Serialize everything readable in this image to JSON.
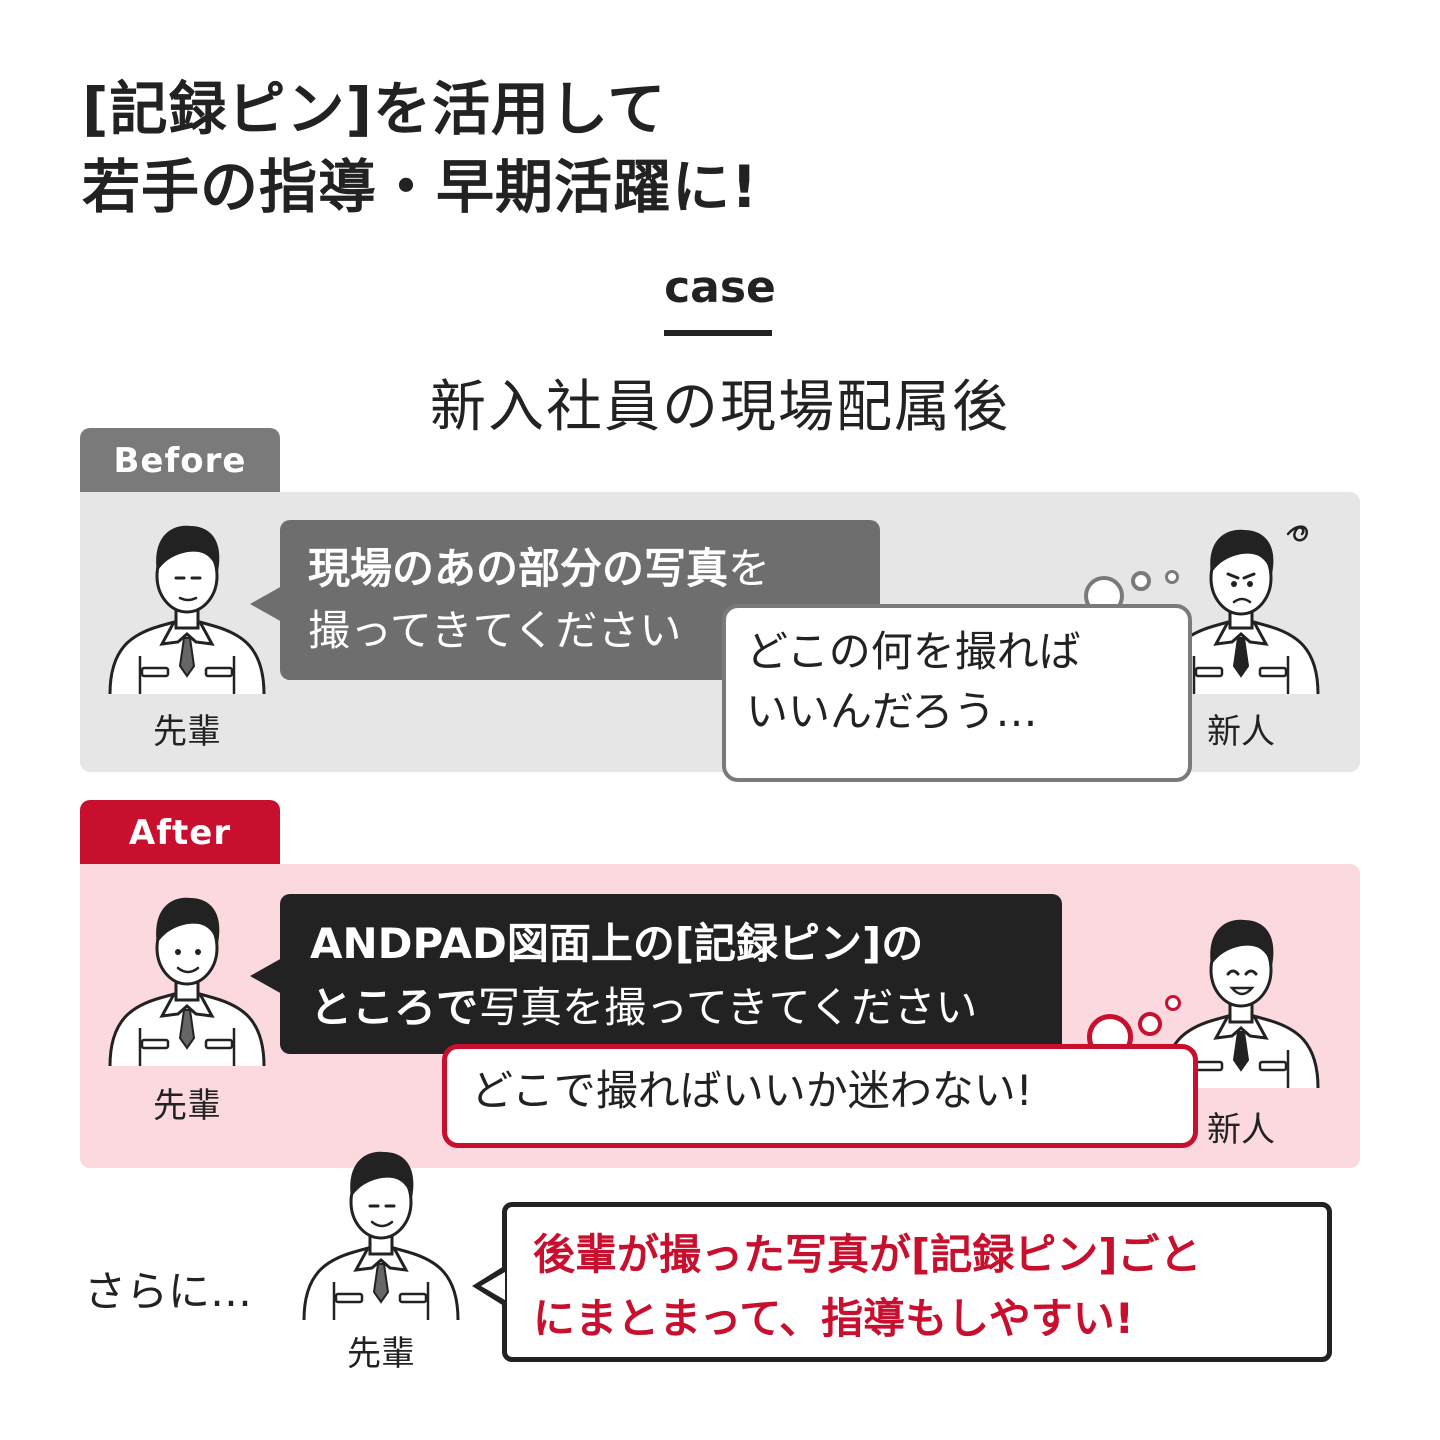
{
  "headline": {
    "line1": "[記録ピン]を活用して",
    "line2": "若手の指導・早期活躍に!"
  },
  "case": {
    "label": "case",
    "title": "新入社員の現場配属後"
  },
  "before": {
    "tab_label": "Before",
    "senior_label": "先輩",
    "newbie_label": "新人",
    "speech_strong": "現場のあの部分の写真",
    "speech_rest": "を",
    "speech_line2": "撮ってきてください",
    "thought_line1": "どこの何を撮れば",
    "thought_line2": "いいんだろう…"
  },
  "after": {
    "tab_label": "After",
    "senior_label": "先輩",
    "newbie_label": "新人",
    "speech_line1": "ANDPAD図面上の[記録ピン]の",
    "speech_line2_strong": "ところで",
    "speech_line2_rest": "写真を撮ってきてください",
    "thought": "どこで撮ればいいか迷わない!"
  },
  "more": {
    "label": "さらに…",
    "senior_label": "先輩",
    "speech_line1": "後輩が撮った写真が[記録ピン]ごと",
    "speech_line2": "にまとまって、指導もしやすい!"
  },
  "colors": {
    "accent_red": "#c8102e",
    "before_gray": "#7a7a7a",
    "before_bg": "#e6e6e6",
    "after_bg": "#fcd9df",
    "text_dark": "#222222"
  }
}
